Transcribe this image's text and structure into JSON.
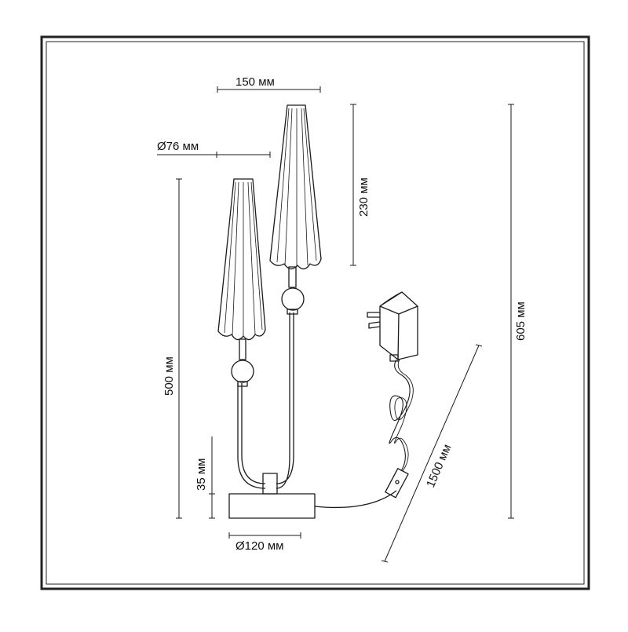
{
  "dimensions": {
    "shade_spacing": "150 мм",
    "shade_diameter": "Ø76 мм",
    "shade_height": "230 мм",
    "total_height": "605 мм",
    "arm_height": "500 мм",
    "base_height": "35 мм",
    "cord_length": "1500 мм",
    "base_diameter": "Ø120 мм"
  },
  "colors": {
    "line": "#1a1a1a",
    "frame": "#222222"
  }
}
